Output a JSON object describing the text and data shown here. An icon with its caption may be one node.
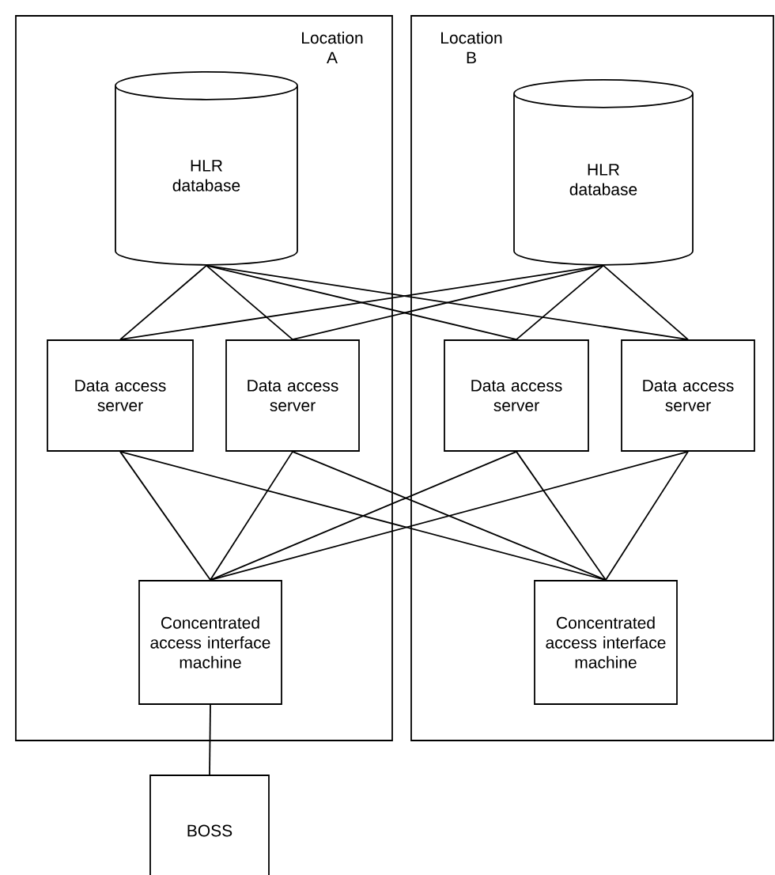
{
  "diagram": {
    "nodes": [
      {
        "text": [
          "Location A"
        ]
      },
      {
        "text": [
          "Location B"
        ]
      },
      {
        "text": [
          "HLR database"
        ],
        "in": 0
      },
      {
        "text": [
          "HLR database"
        ],
        "in": 1
      },
      {
        "text": [
          "Data access server"
        ],
        "in": 0
      },
      {
        "text": [
          "Data access server"
        ],
        "in": 0
      },
      {
        "text": [
          "Data access server"
        ],
        "in": 1
      },
      {
        "text": [
          "Data access server"
        ],
        "in": 1
      },
      {
        "text": [
          "Concentrated access interface machine"
        ],
        "in": 0
      },
      {
        "text": [
          "Concentrated access interface machine"
        ],
        "in": 1
      },
      {
        "text": [
          "BOSS"
        ]
      }
    ],
    "edges": [
      {
        "from": 2,
        "to": 4,
        "arrow": "none"
      },
      {
        "from": 2,
        "to": 5,
        "arrow": "none"
      },
      {
        "from": 2,
        "to": 6,
        "arrow": "none"
      },
      {
        "from": 2,
        "to": 7,
        "arrow": "none"
      },
      {
        "from": 3,
        "to": 4,
        "arrow": "none"
      },
      {
        "from": 3,
        "to": 5,
        "arrow": "none"
      },
      {
        "from": 3,
        "to": 6,
        "arrow": "none"
      },
      {
        "from": 3,
        "to": 7,
        "arrow": "none"
      },
      {
        "from": 4,
        "to": 8,
        "arrow": "none"
      },
      {
        "from": 4,
        "to": 9,
        "arrow": "none"
      },
      {
        "from": 5,
        "to": 8,
        "arrow": "none"
      },
      {
        "from": 5,
        "to": 9,
        "arrow": "none"
      },
      {
        "from": 6,
        "to": 8,
        "arrow": "none"
      },
      {
        "from": 6,
        "to": 9,
        "arrow": "none"
      },
      {
        "from": 7,
        "to": 8,
        "arrow": "none"
      },
      {
        "from": 7,
        "to": 9,
        "arrow": "none"
      },
      {
        "from": 8,
        "to": 10,
        "arrow": "none"
      }
    ]
  }
}
